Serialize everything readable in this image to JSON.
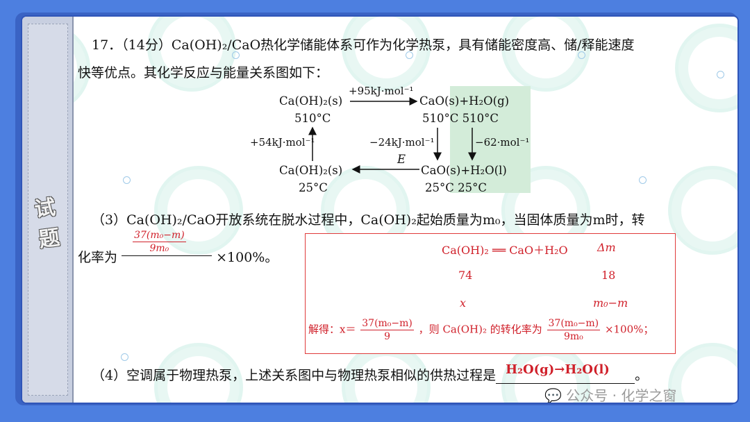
{
  "side_label": "试题",
  "q17": {
    "line1": "17．（14分）Ca(OH)₂/CaO热化学储能体系可作为化学热泵，具有储能密度高、储/释能速度",
    "line2": "快等优点。其化学反应与能量关系图如下："
  },
  "diagram": {
    "top_left": "Ca(OH)₂(s)",
    "top_left_temp": "510°C",
    "top_arrow": "+95kJ·mol⁻¹",
    "top_right": "CaO(s)+H₂O(g)",
    "top_right_temp": "510°C  510°C",
    "left_arrow": "+54kJ·mol⁻¹",
    "mid_arrow": "−24kJ·mol⁻¹",
    "right_arrow": "−62·mol⁻¹",
    "bottom_arrow": "E",
    "bottom_left": "Ca(OH)₂(s)",
    "bottom_left_temp": "25°C",
    "bottom_right": "CaO(s)+H₂O(l)",
    "bottom_right_temp": "25°C  25°C"
  },
  "q3": {
    "text": "（3）Ca(OH)₂/CaO开放系统在脱水过程中，Ca(OH)₂起始质量为m₀，当固体质量为m时，转",
    "prefix": "化率为",
    "answer_num": "37(m₀−m)",
    "answer_den": "9m₀",
    "suffix": "×100%。"
  },
  "solution": {
    "eq": "Ca(OH)₂ ══ CaO＋H₂O",
    "delta": "Δm",
    "n74": "74",
    "n18": "18",
    "x": "x",
    "diff": "m₀−m",
    "sol_prefix": "解得：x＝",
    "sol_num1": "37(m₀−m)",
    "sol_den1": "9",
    "sol_mid": "，则 Ca(OH)₂ 的转化率为",
    "sol_num2": "37(m₀−m)",
    "sol_den2": "9m₀",
    "sol_suffix": "×100%；"
  },
  "q4": {
    "text": "（4）空调属于物理热泵，上述关系图中与物理热泵相似的供热过程是",
    "answer": "H₂O(g)→H₂O(l)",
    "suffix": "。"
  },
  "footer": {
    "wechat": "公众号 · 化学之窗"
  }
}
